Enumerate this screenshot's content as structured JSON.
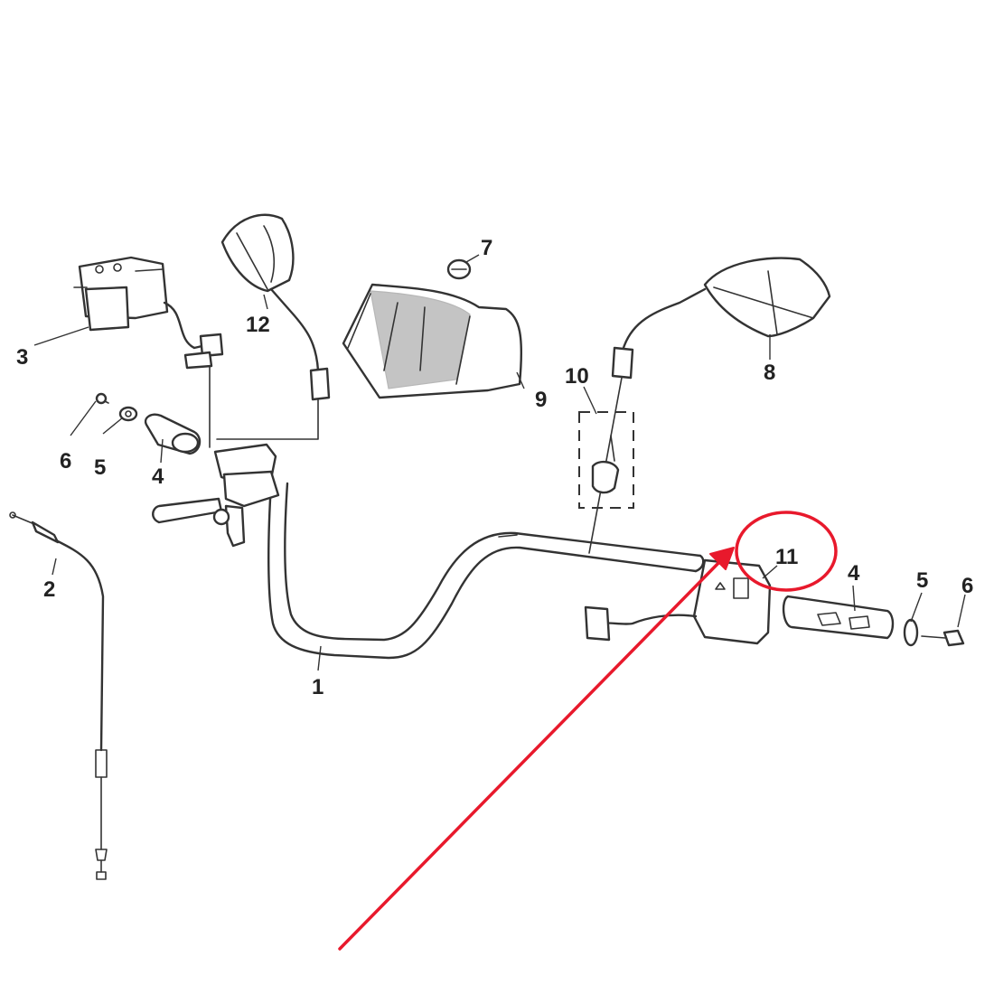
{
  "parts": [
    {
      "id": "p1",
      "label": "1"
    },
    {
      "id": "p2",
      "label": "2"
    },
    {
      "id": "p3",
      "label": "3"
    },
    {
      "id": "p4a",
      "label": "4"
    },
    {
      "id": "p4b",
      "label": "4"
    },
    {
      "id": "p5a",
      "label": "5"
    },
    {
      "id": "p5b",
      "label": "5"
    },
    {
      "id": "p6a",
      "label": "6"
    },
    {
      "id": "p6b",
      "label": "6"
    },
    {
      "id": "p7",
      "label": "7"
    },
    {
      "id": "p8",
      "label": "8"
    },
    {
      "id": "p9",
      "label": "9"
    },
    {
      "id": "p10",
      "label": "10"
    },
    {
      "id": "p11",
      "label": "11"
    },
    {
      "id": "p12",
      "label": "12"
    }
  ],
  "highlight": {
    "target": "11",
    "color": "#e8192c"
  }
}
